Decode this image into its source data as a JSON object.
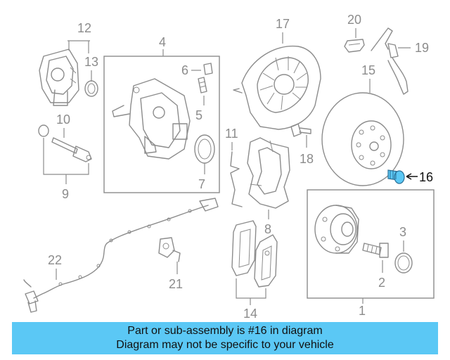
{
  "diagram": {
    "callouts": [
      "1",
      "2",
      "3",
      "4",
      "5",
      "6",
      "7",
      "8",
      "9",
      "10",
      "11",
      "12",
      "13",
      "14",
      "15",
      "16",
      "17",
      "18",
      "19",
      "20",
      "21",
      "22"
    ],
    "highlighted": "16",
    "highlight_color": "#5bc8f5"
  },
  "banner": {
    "line1": "Part or sub-assembly is #16 in diagram",
    "line2": "Diagram may not be specific to your vehicle",
    "background": "#5bc8f5"
  }
}
